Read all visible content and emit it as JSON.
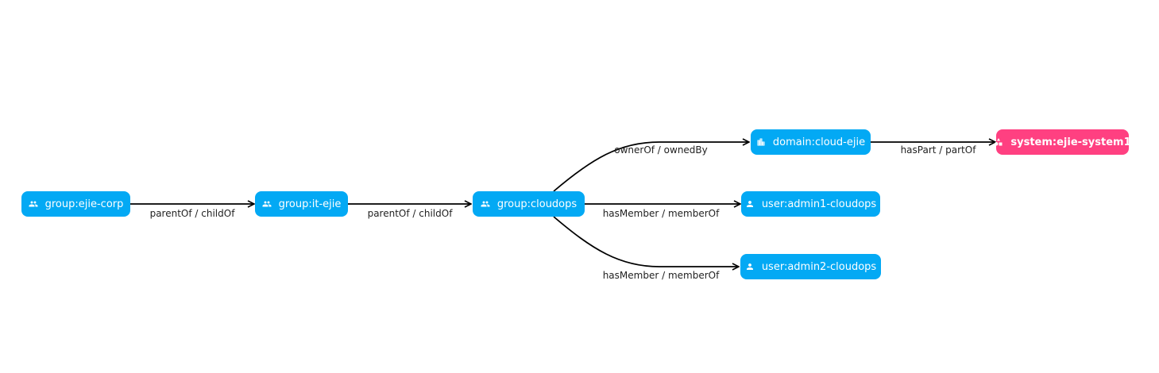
{
  "nodes": {
    "ejie_corp": {
      "label": "group:ejie-corp",
      "icon": "group-icon"
    },
    "it_ejie": {
      "label": "group:it-ejie",
      "icon": "group-icon"
    },
    "cloudops": {
      "label": "group:cloudops",
      "icon": "group-icon"
    },
    "cloud_ejie": {
      "label": "domain:cloud-ejie",
      "icon": "domain-icon"
    },
    "ejie_system1": {
      "label": "system:ejie-system1",
      "icon": "system-icon"
    },
    "admin1": {
      "label": "user:admin1-cloudops",
      "icon": "user-icon"
    },
    "admin2": {
      "label": "user:admin2-cloudops",
      "icon": "user-icon"
    }
  },
  "edges": {
    "corp_to_it": {
      "label": "parentOf / childOf"
    },
    "it_to_cloudops": {
      "label": "parentOf / childOf"
    },
    "cloudops_to_domain": {
      "label": "ownerOf / ownedBy"
    },
    "domain_to_system": {
      "label": "hasPart / partOf"
    },
    "cloudops_to_admin1": {
      "label": "hasMember / memberOf"
    },
    "cloudops_to_admin2": {
      "label": "hasMember / memberOf"
    }
  },
  "colors": {
    "node_default": "#03a9f4",
    "node_system": "#ff4081",
    "edge": "#000000"
  }
}
